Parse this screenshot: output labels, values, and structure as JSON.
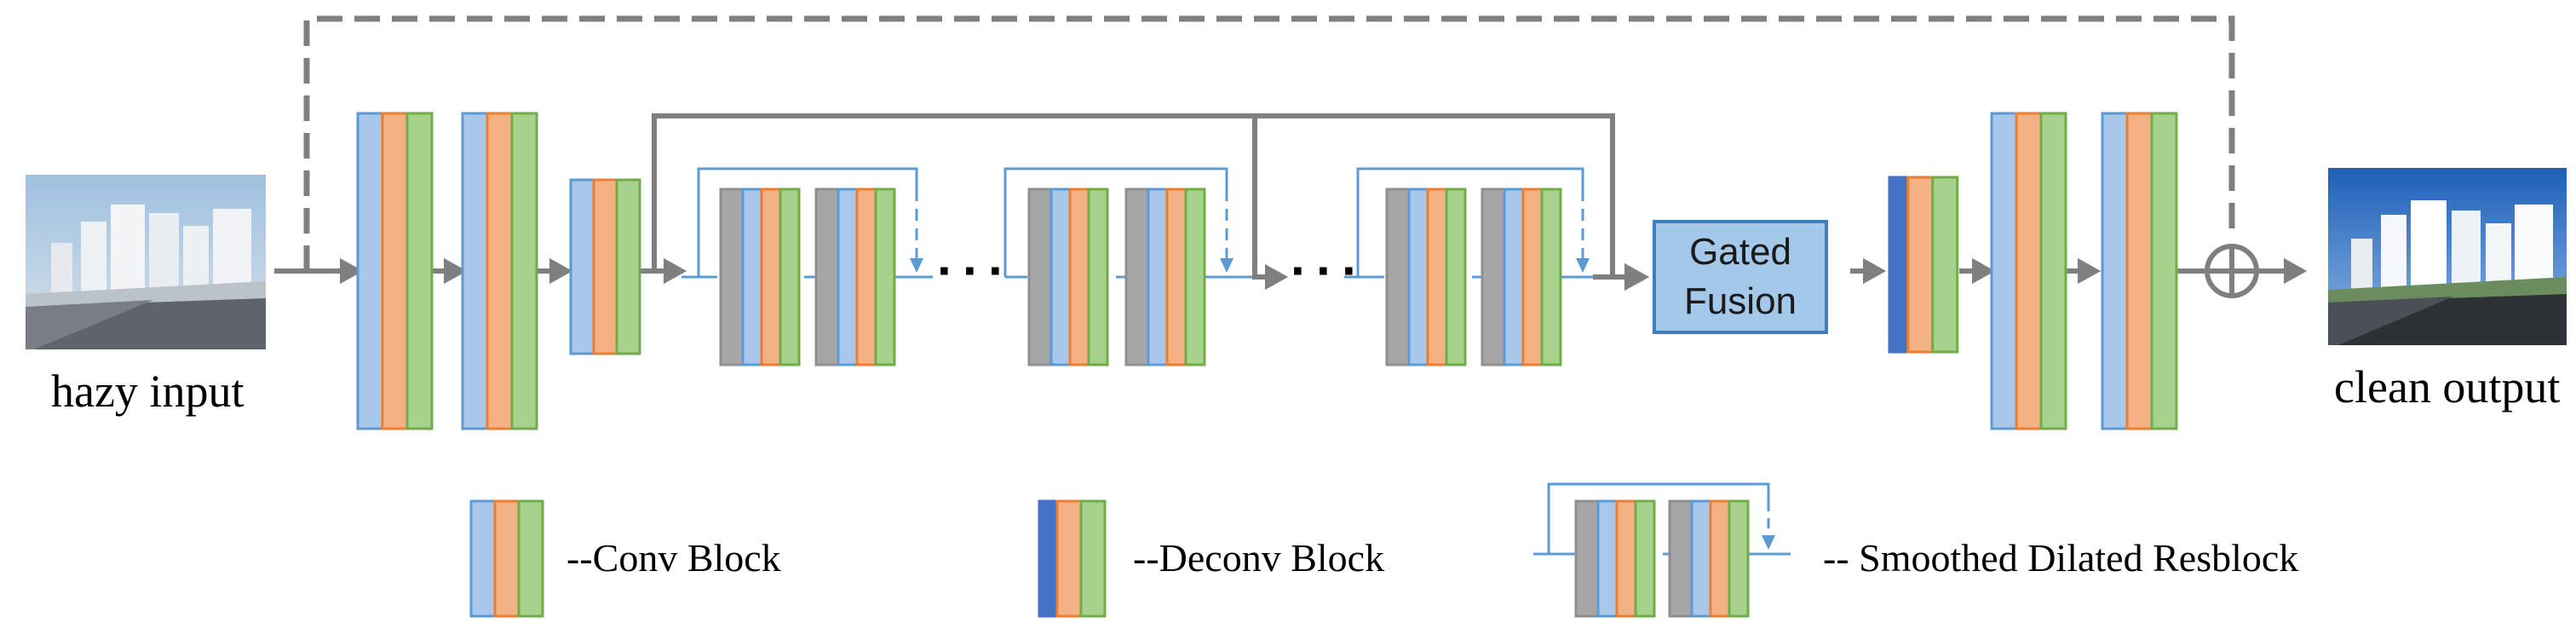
{
  "input_label": "hazy input",
  "output_label": "clean output",
  "gated_fusion": {
    "line1": "Gated",
    "line2": "Fusion"
  },
  "ellipsis": "···",
  "legend": {
    "conv": "--Conv Block",
    "deconv": "--Deconv Block",
    "resblock": "-- Smoothed Dilated Resblock"
  },
  "colors": {
    "conv_blue": "#a9c7ea",
    "conv_blue_border": "#5b9bd5",
    "conv_orange": "#f4b183",
    "conv_orange_border": "#ed7d31",
    "conv_green": "#a9d18e",
    "conv_green_border": "#70ad47",
    "deconv_dark_blue": "#4472c4",
    "resblock_gray": "#a6a6a6",
    "arrow_gray": "#7f7f7f",
    "skip_blue": "#5b9bd5",
    "gated_fill": "#a3c8ea",
    "gated_border": "#3f7fc0"
  }
}
